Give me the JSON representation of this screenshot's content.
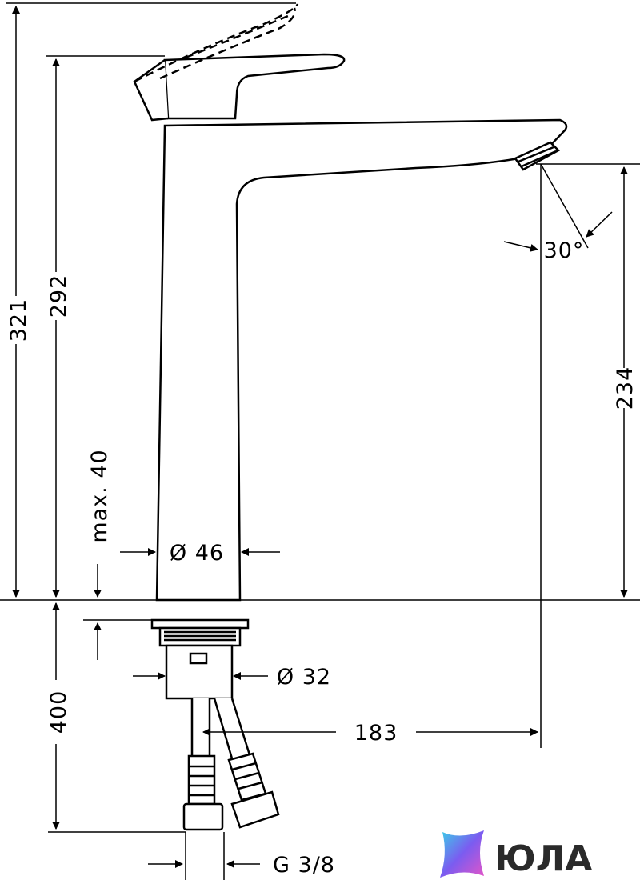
{
  "dimensions": {
    "total_height": "321",
    "spout_top_height": "292",
    "max_thickness": "max. 40",
    "body_diameter": "Ø 46",
    "outlet_height": "234",
    "spray_angle": "30°",
    "hole_diameter": "Ø 32",
    "spout_reach": "183",
    "hose_length": "400",
    "connection_thread": "G 3/8"
  },
  "logo": {
    "text": "ЮЛА",
    "gradient_colors": [
      "#39d0e8",
      "#7b5cf0",
      "#e455c8"
    ]
  }
}
